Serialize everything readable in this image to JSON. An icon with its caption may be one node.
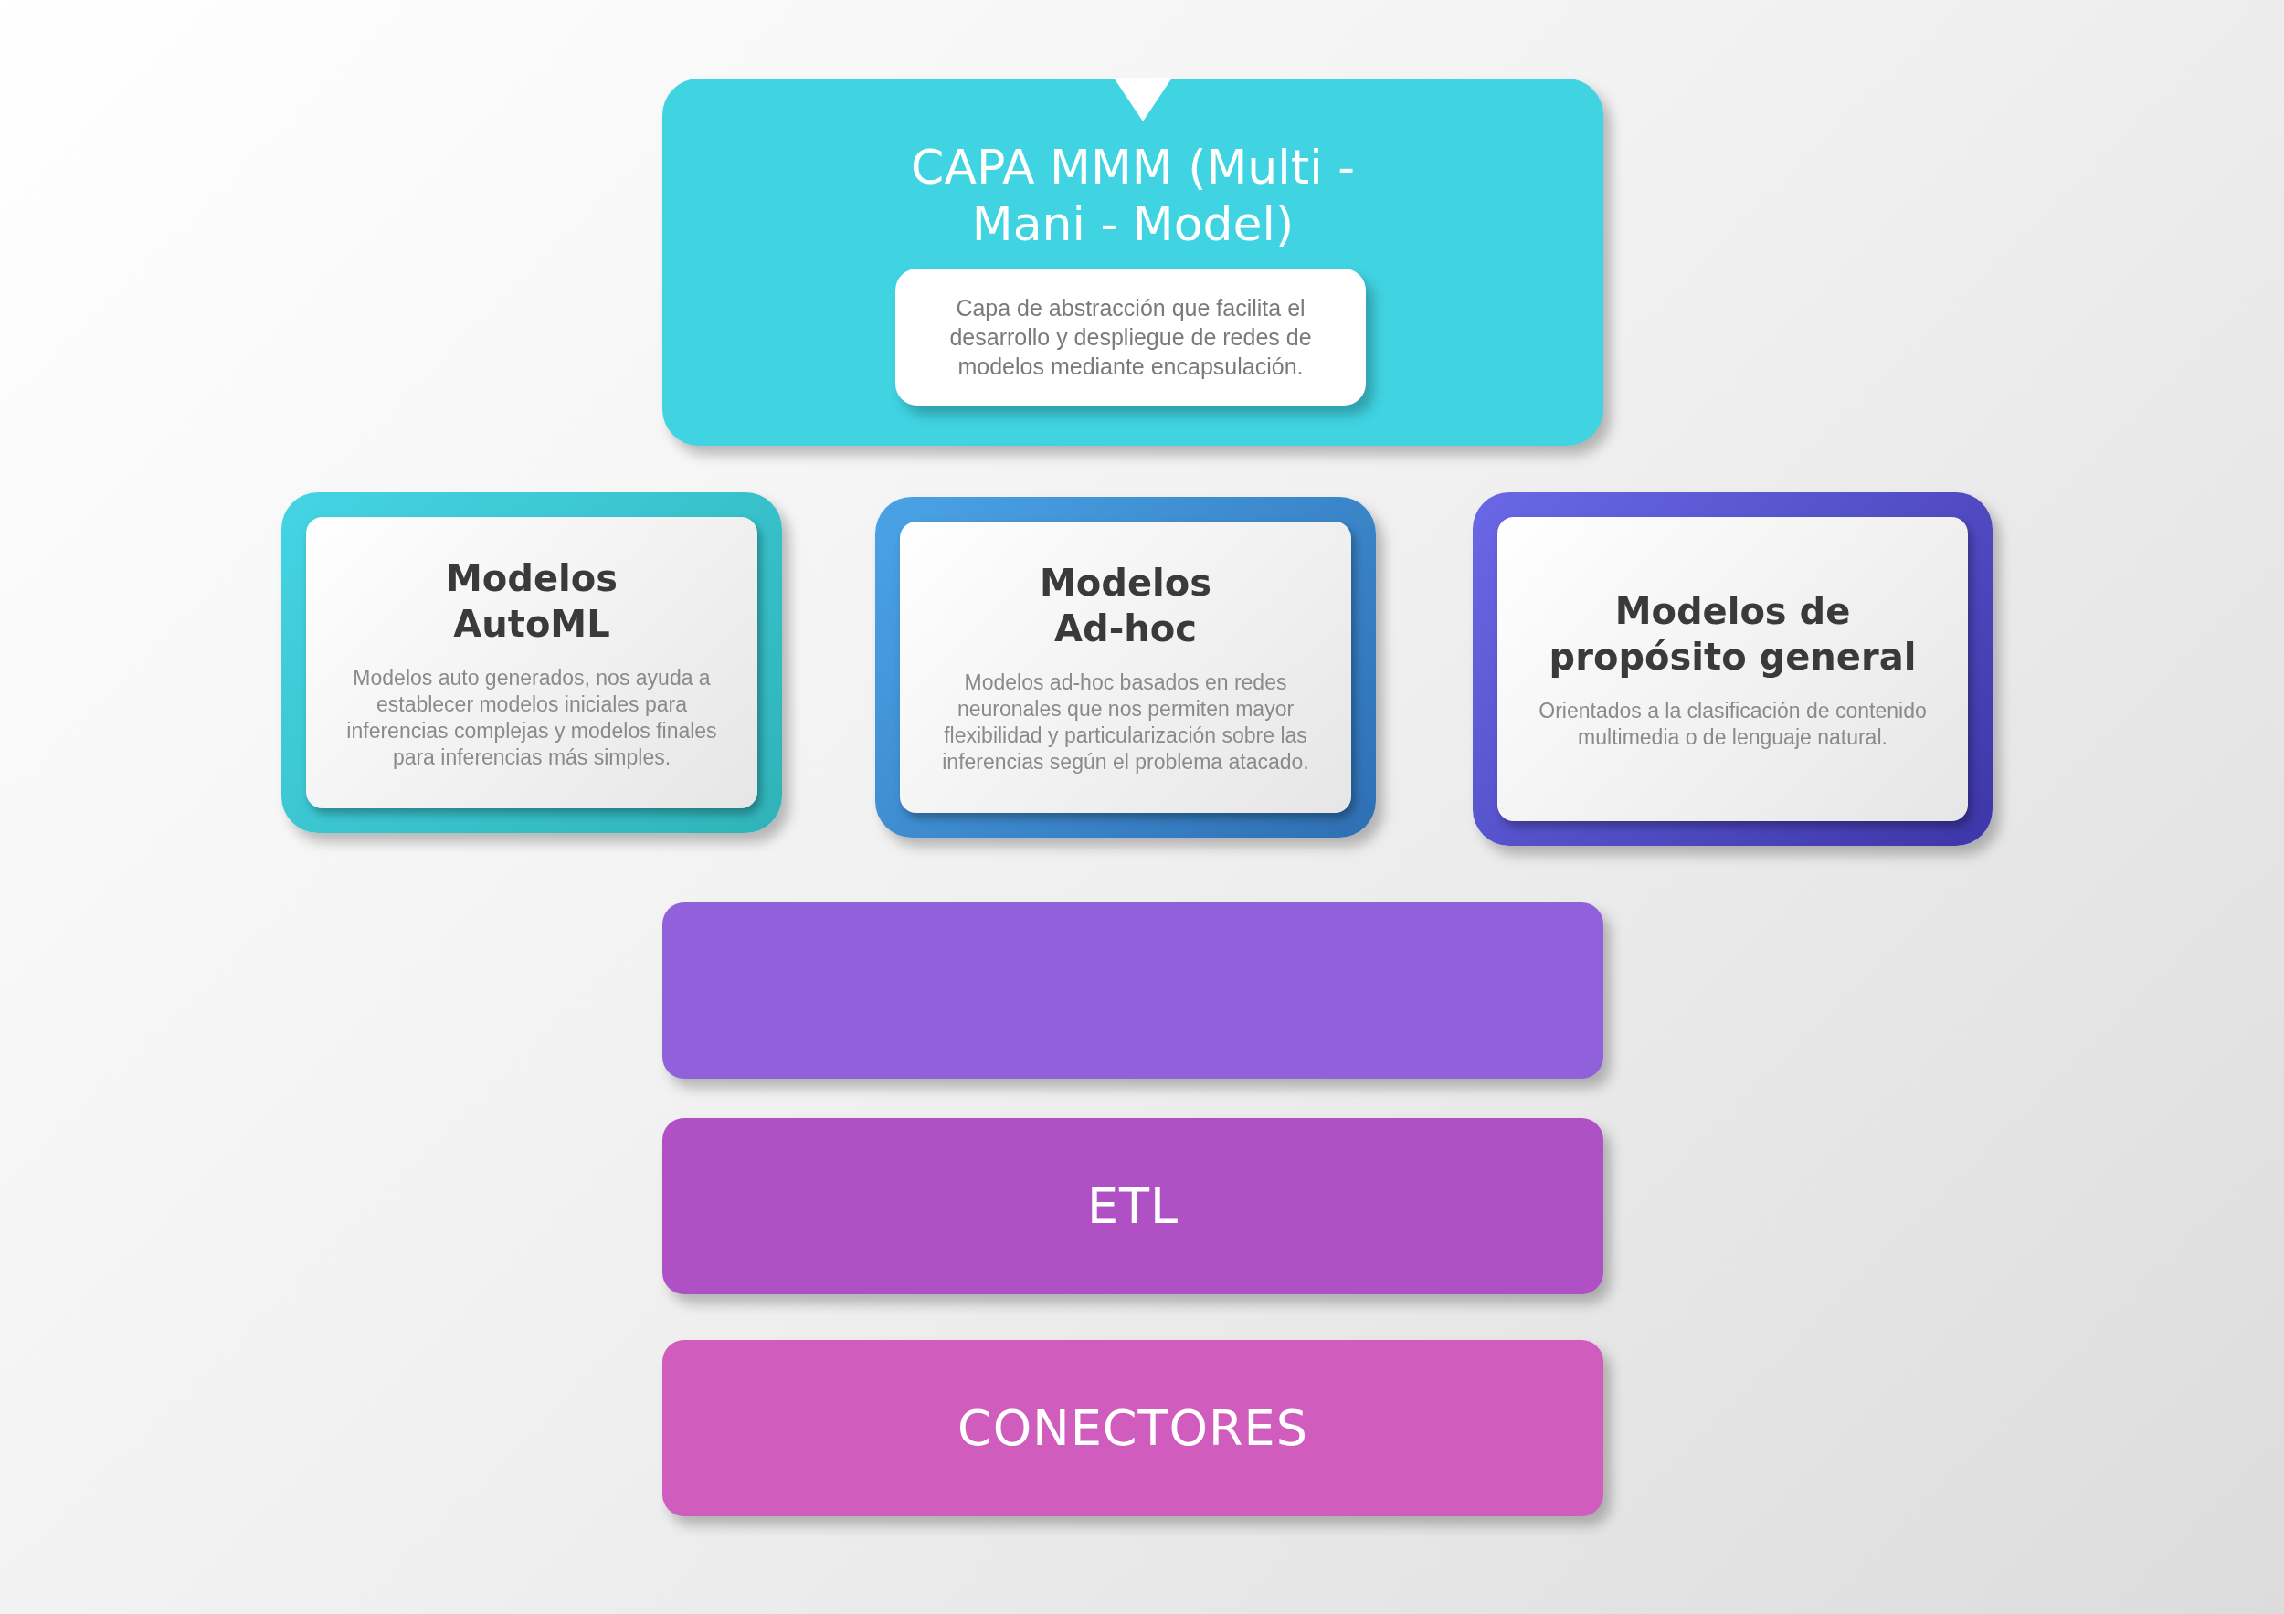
{
  "diagram": {
    "nodes": [
      {
        "text": [
          "CAPA MMM (Multi - Mani - Model)"
        ]
      },
      {
        "text": [
          "Capa de abstracción que facilita el desarrollo y despliegue de redes de modelos mediante encapsulación."
        ],
        "in": 0
      },
      {
        "text": [
          "Modelos AutoML",
          "Modelos auto generados, nos ayuda a establecer modelos iniciales para inferencias complejas y modelos finales para inferencias más simples."
        ]
      },
      {
        "text": [
          "Modelos Ad-hoc",
          "Modelos ad-hoc basados en redes neuronales que nos permiten mayor flexibilidad y particularización sobre las inferencias según el problema atacado."
        ]
      },
      {
        "text": [
          "Modelos de propósito general",
          "Orientados a la clasificación de contenido multimedia o de lenguaje natural."
        ]
      },
      {
        "text": [],
        "shape": "bar"
      },
      {
        "text": [
          "ETL"
        ]
      },
      {
        "text": [
          "CONECTORES"
        ]
      }
    ],
    "edges": []
  }
}
